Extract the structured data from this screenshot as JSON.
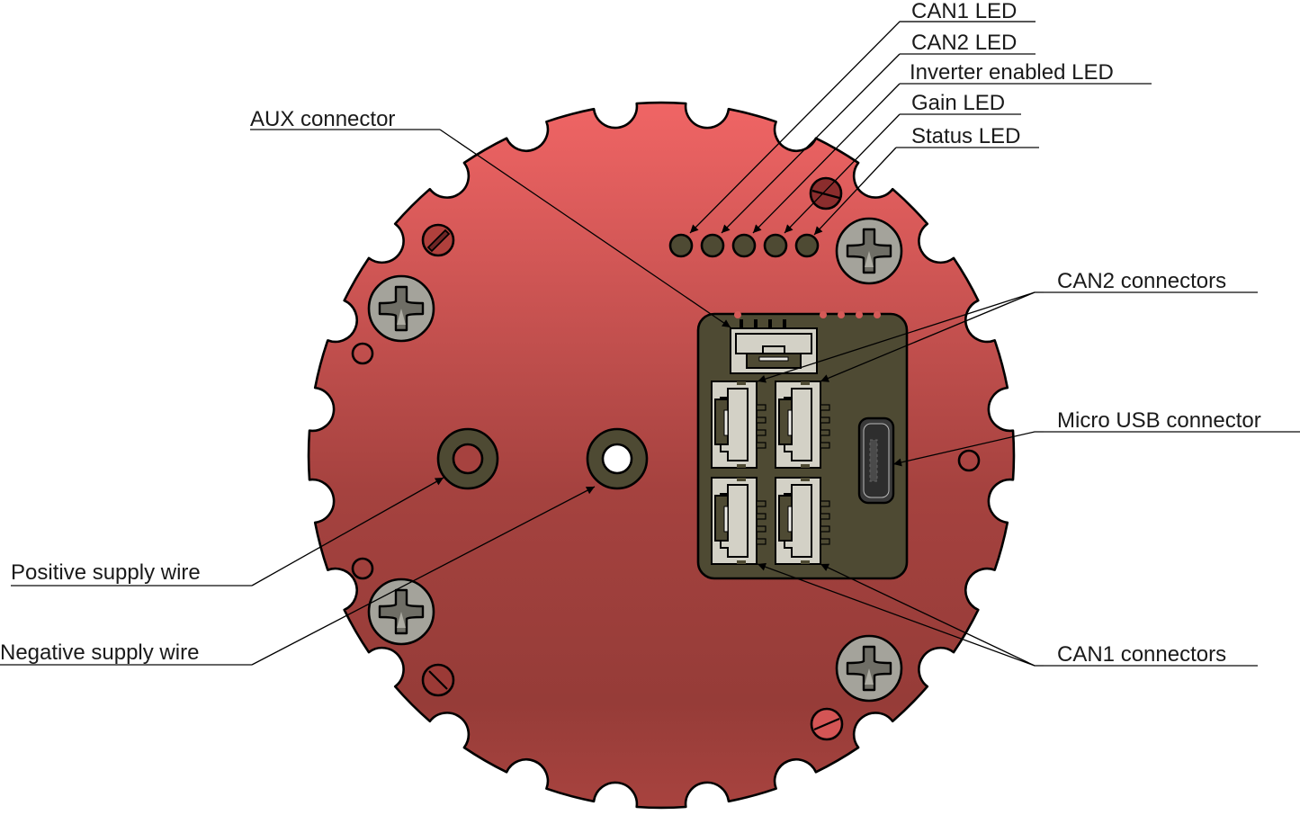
{
  "figure": {
    "subject": "Motor controller board, rear view",
    "colors": {
      "board_top": "#ee6363",
      "board_bottom": "#963c38",
      "connector_area": "#4e4a33",
      "connector_body": "#d3d1c6",
      "screw": "#a4a39b",
      "led": "#4e4a33"
    }
  },
  "labels": {
    "can1_led": "CAN1 LED",
    "can2_led": "CAN2 LED",
    "inverter_enabled_led": "Inverter enabled LED",
    "gain_led": "Gain LED",
    "status_led": "Status LED",
    "aux_connector": "AUX connector",
    "can2_connectors": "CAN2 connectors",
    "micro_usb_connector": "Micro USB connector",
    "can1_connectors": "CAN1 connectors",
    "positive_supply_wire": "Positive supply wire",
    "negative_supply_wire": "Negative supply wire"
  },
  "icons": {
    "screw": "phillips-screw-icon",
    "led": "led-icon",
    "arrow": "arrowhead-icon"
  }
}
